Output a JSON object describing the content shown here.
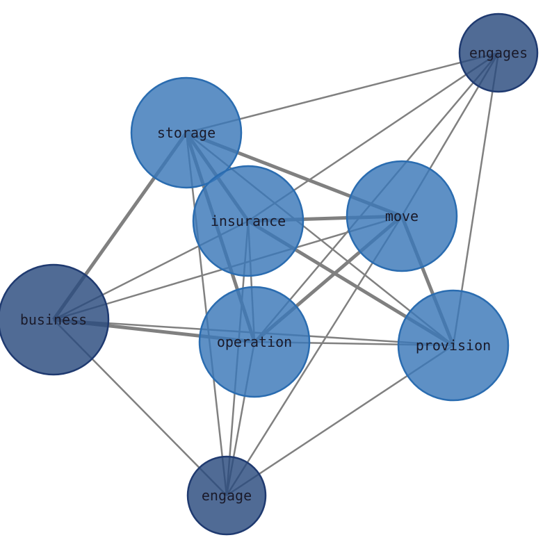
{
  "graph": {
    "nodes": [
      {
        "id": "engages",
        "label": "engages",
        "group": "dark"
      },
      {
        "id": "storage",
        "label": "storage",
        "group": "light"
      },
      {
        "id": "insurance",
        "label": "insurance",
        "group": "light"
      },
      {
        "id": "move",
        "label": "move",
        "group": "light"
      },
      {
        "id": "business",
        "label": "business",
        "group": "dark"
      },
      {
        "id": "operation",
        "label": "operation",
        "group": "light"
      },
      {
        "id": "provision",
        "label": "provision",
        "group": "light"
      },
      {
        "id": "engage",
        "label": "engage",
        "group": "dark"
      }
    ],
    "edges": [
      {
        "source": "storage",
        "target": "engages",
        "weight": 1
      },
      {
        "source": "storage",
        "target": "move",
        "weight": 2
      },
      {
        "source": "storage",
        "target": "insurance",
        "weight": 2
      },
      {
        "source": "storage",
        "target": "operation",
        "weight": 2
      },
      {
        "source": "storage",
        "target": "provision",
        "weight": 1
      },
      {
        "source": "storage",
        "target": "business",
        "weight": 2
      },
      {
        "source": "storage",
        "target": "engage",
        "weight": 1
      },
      {
        "source": "insurance",
        "target": "engages",
        "weight": 1
      },
      {
        "source": "insurance",
        "target": "move",
        "weight": 2
      },
      {
        "source": "insurance",
        "target": "provision",
        "weight": 2
      },
      {
        "source": "insurance",
        "target": "business",
        "weight": 1
      },
      {
        "source": "insurance",
        "target": "operation",
        "weight": 1
      },
      {
        "source": "insurance",
        "target": "engage",
        "weight": 1
      },
      {
        "source": "move",
        "target": "engages",
        "weight": 1
      },
      {
        "source": "move",
        "target": "provision",
        "weight": 2
      },
      {
        "source": "move",
        "target": "operation",
        "weight": 2
      },
      {
        "source": "move",
        "target": "business",
        "weight": 1
      },
      {
        "source": "move",
        "target": "engage",
        "weight": 1
      },
      {
        "source": "operation",
        "target": "engages",
        "weight": 1
      },
      {
        "source": "provision",
        "target": "engages",
        "weight": 1
      },
      {
        "source": "business",
        "target": "operation",
        "weight": 2
      },
      {
        "source": "business",
        "target": "provision",
        "weight": 1
      },
      {
        "source": "business",
        "target": "engage",
        "weight": 1
      },
      {
        "source": "operation",
        "target": "provision",
        "weight": 1
      },
      {
        "source": "operation",
        "target": "engage",
        "weight": 1
      },
      {
        "source": "provision",
        "target": "engage",
        "weight": 1
      }
    ]
  },
  "colors": {
    "light": "#3a78b8",
    "light_stroke": "#2a6cb0",
    "dark": "#2a4a7e",
    "dark_stroke": "#1f3a70",
    "edge": "#808080"
  }
}
